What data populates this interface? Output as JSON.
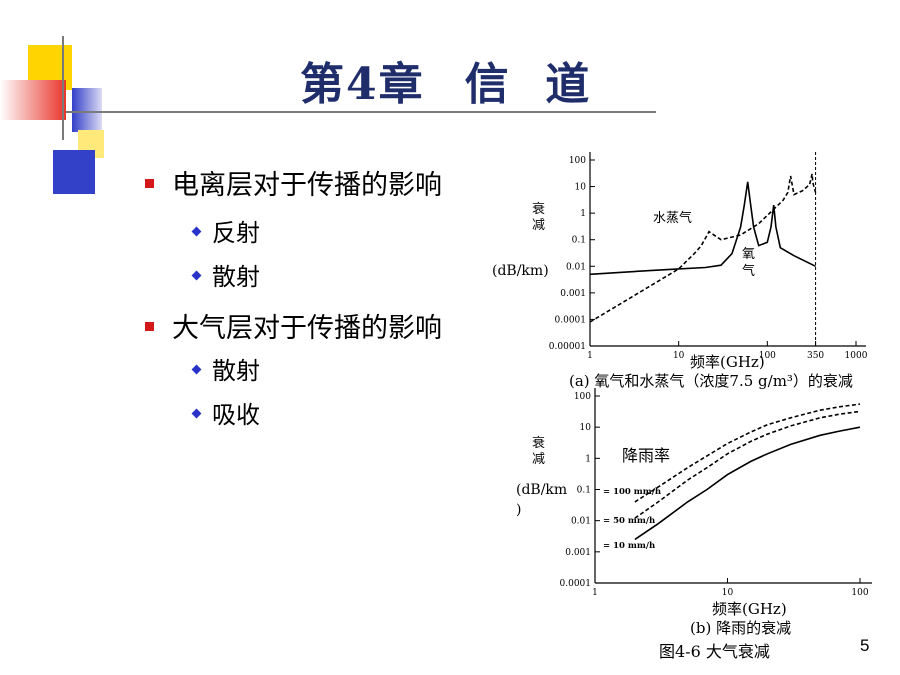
{
  "slide": {
    "title_part1": "第4章",
    "title_part2": "信  道",
    "page_number": "5",
    "colors": {
      "title": "#1f2d6b",
      "bullet_main": "#d21818",
      "bullet_sub": "#2a33c8",
      "deco_yellow": "#ffd400",
      "deco_red": "#e8342a",
      "deco_blue": "#3340c8"
    }
  },
  "bullets": [
    {
      "text": "电离层对于传播的影响",
      "sub": [
        "反射",
        "散射"
      ]
    },
    {
      "text": "大气层对于传播的影响",
      "sub": [
        "散射",
        "吸收"
      ]
    }
  ],
  "figure": {
    "caption": "图4-6 大气衰减",
    "a": {
      "ylabel_cn": [
        "衰",
        "减"
      ],
      "ylabel_unit": "(dB/km)",
      "xlabel": "频率(GHz)",
      "caption": "(a) 氧气和水蒸气（浓度7.5 g/m³）的衰减",
      "water_label": "水蒸气",
      "oxygen_label": [
        "氧",
        "气"
      ]
    },
    "b": {
      "ylabel_cn": [
        "衰",
        "减"
      ],
      "ylabel_unit_1": "(dB/km",
      "ylabel_unit_2": ")",
      "xlabel": "频率(GHz)",
      "caption": "(b) 降雨的衰减",
      "rain_label": "降雨率"
    }
  },
  "chart_data": [
    {
      "type": "line",
      "x_scale": "log",
      "y_scale": "log",
      "xlim": [
        1,
        1000
      ],
      "ylim": [
        1e-05,
        100
      ],
      "x_ticks": [
        "1",
        "10",
        "100",
        "350",
        "1000"
      ],
      "y_ticks": [
        "100",
        "10",
        "1",
        "0.1",
        "0.01",
        "0.001",
        "0.0001",
        "0.00001"
      ],
      "xlabel": "频率(GHz)",
      "ylabel": "衰减 (dB/km)",
      "series": [
        {
          "name": "水蒸气",
          "style": "dashed",
          "x": [
            1,
            5,
            10,
            15,
            18,
            22,
            30,
            50,
            80,
            120,
            150,
            170,
            183,
            200,
            250,
            300,
            320,
            325,
            340,
            350
          ],
          "y": [
            8e-05,
            0.002,
            0.008,
            0.03,
            0.06,
            0.2,
            0.1,
            0.15,
            0.4,
            1.5,
            3,
            6,
            25,
            5,
            7,
            12,
            30,
            15,
            8,
            6
          ]
        },
        {
          "name": "氧气",
          "style": "solid",
          "x": [
            1,
            5,
            10,
            20,
            30,
            40,
            50,
            55,
            60,
            65,
            70,
            80,
            100,
            110,
            118,
            125,
            140,
            200,
            350
          ],
          "y": [
            0.005,
            0.007,
            0.008,
            0.009,
            0.011,
            0.03,
            0.3,
            2,
            15,
            2,
            0.3,
            0.06,
            0.08,
            0.3,
            2,
            0.3,
            0.05,
            0.025,
            0.01
          ]
        }
      ]
    },
    {
      "type": "line",
      "x_scale": "log",
      "y_scale": "log",
      "xlim": [
        1,
        100
      ],
      "ylim": [
        0.0001,
        100
      ],
      "x_ticks": [
        "1",
        "10",
        "100"
      ],
      "y_ticks": [
        "100",
        "10",
        "1",
        "0.1",
        "0.01",
        "0.001",
        "0.0001"
      ],
      "xlabel": "频率(GHz)",
      "ylabel": "衰减 (dB/km)",
      "series": [
        {
          "name": "= 100 mm/h",
          "style": "dashed",
          "x": [
            2,
            3,
            5,
            7,
            10,
            15,
            20,
            30,
            50,
            70,
            100
          ],
          "y": [
            0.04,
            0.12,
            0.5,
            1.2,
            3,
            7,
            12,
            20,
            35,
            45,
            55
          ]
        },
        {
          "name": "= 50 mm/h",
          "style": "dashed",
          "x": [
            2,
            3,
            5,
            7,
            10,
            15,
            20,
            30,
            50,
            70,
            100
          ],
          "y": [
            0.012,
            0.04,
            0.2,
            0.5,
            1.4,
            3.5,
            6,
            11,
            20,
            26,
            32
          ]
        },
        {
          "name": "= 10 mm/h",
          "style": "solid",
          "x": [
            2,
            3,
            5,
            7,
            10,
            15,
            20,
            30,
            50,
            70,
            100
          ],
          "y": [
            0.0025,
            0.008,
            0.04,
            0.1,
            0.3,
            0.8,
            1.4,
            2.8,
            5.5,
            7.5,
            10
          ]
        }
      ]
    }
  ]
}
